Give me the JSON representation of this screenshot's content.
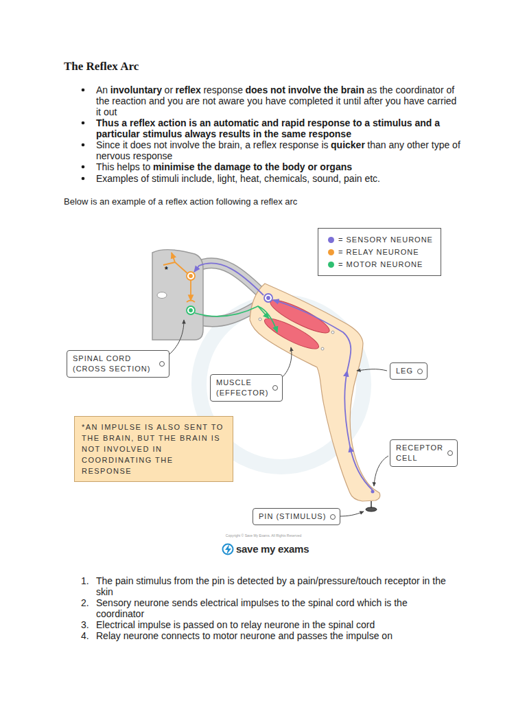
{
  "diagram": {
    "title": "The Reflex Arc",
    "nodes": [
      {
        "text": [
          "SPINAL CORD (CROSS SECTION)"
        ]
      },
      {
        "text": [
          "LEG"
        ]
      },
      {
        "text": [
          "MUSCLE (EFFECTOR)"
        ]
      },
      {
        "text": [
          "*AN IMPULSE IS ALSO SENT TO THE BRAIN, BUT THE BRAIN IS NOT INVOLVED IN COORDINATING THE RESPONSE"
        ]
      },
      {
        "text": [
          "RECEPTOR CELL"
        ]
      },
      {
        "text": [
          "PIN (STIMULUS)"
        ]
      }
    ],
    "labels": [
      "An",
      "involuntary",
      "or",
      "reflex",
      "response",
      "does not involve the brain",
      "as the coordinator of the reaction and you are not aware you have completed it until after you have carried it out",
      "Thus a reflex action is an automatic and rapid response to a stimulus and a particular stimulus always results in the same response",
      "Since it does not involve the brain, a reflex response is",
      "quicker",
      "than any other type of nervous response",
      "This helps to",
      "minimise the damage to the body or organs",
      "Examples of stimuli include, light, heat, chemicals, sound, pain etc.",
      "Below is an example of a reflex action following  a reflex arc",
      "*",
      "Copyright © Save My Exams. All Rights Reserved",
      "save my exams",
      "1.",
      "The pain stimulus from the pin is detected by a pain/pressure/touch receptor in the skin",
      "2.",
      "Sensory neurone sends electrical impulses to the spinal cord which is the coordinator",
      "3.",
      "Electrical impulse is passed on to relay neurone in the spinal cord",
      "4.",
      "Relay neurone connects to motor neurone and passes the impulse on"
    ],
    "legend": [
      {
        "text": "= SENSORY NEURONE",
        "color": "#7b6fd6"
      },
      {
        "text": "= RELAY NEURONE",
        "color": "#f39c34"
      },
      {
        "text": "= MOTOR NEURONE",
        "color": "#2fbf71"
      }
    ]
  }
}
